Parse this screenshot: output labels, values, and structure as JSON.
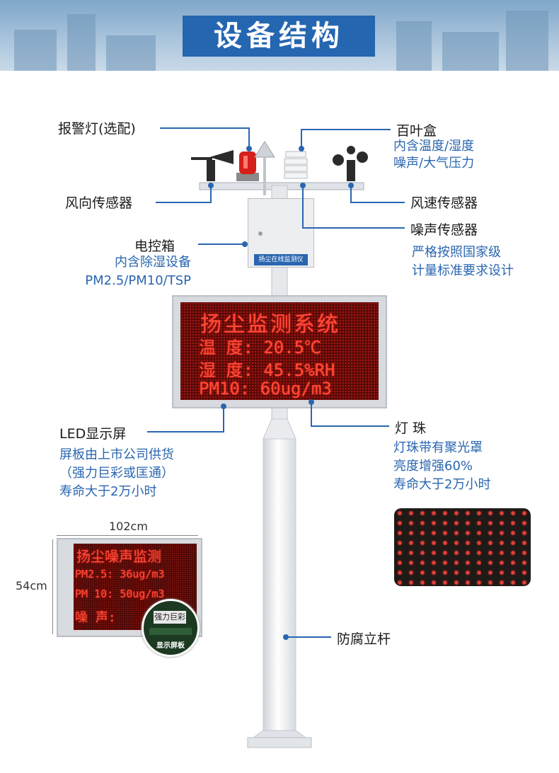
{
  "title": "设备结构",
  "labels": {
    "alarm_light": "报警灯(选配)",
    "shutter_box": "百叶盒",
    "shutter_box_sub1": "内含温度/湿度",
    "shutter_box_sub2": "噪声/大气压力",
    "wind_direction": "风向传感器",
    "wind_speed": "风速传感器",
    "noise_sensor": "噪声传感器",
    "noise_sub1": "严格按照国家级",
    "noise_sub2": "计量标准要求设计",
    "control_box": "电控箱",
    "control_sub1": "内含除湿设备",
    "control_sub2": "PM2.5/PM10/TSP",
    "led_screen": "LED显示屏",
    "led_sub1": "屏板由上市公司供货",
    "led_sub2": "（强力巨彩或匡通）",
    "led_sub3": "寿命大于2万小时",
    "lamp_bead": "灯 珠",
    "bead_sub1": "灯珠带有聚光罩",
    "bead_sub2": "亮度增强60%",
    "bead_sub3": "寿命大于2万小时",
    "pole": "防腐立杆"
  },
  "cabinet_label": "扬尘在线监测仪",
  "main_screen": {
    "line1": "扬尘监测系统",
    "line2": "温 度:  20.5℃",
    "line3": "湿 度:  45.5%RH",
    "line4": "PM10:  60ug/m3"
  },
  "inset": {
    "width_label": "102cm",
    "height_label": "54cm",
    "line1": "扬尘噪声监测",
    "line2": "PM2.5: 36ug/m3",
    "line3": "PM 10: 50ug/m3",
    "line4": "噪 声:",
    "chip_text": "强力巨彩",
    "board_label": "显示屏板"
  },
  "colors": {
    "accent": "#2a66b0",
    "led_red": "#ff4b3a"
  }
}
